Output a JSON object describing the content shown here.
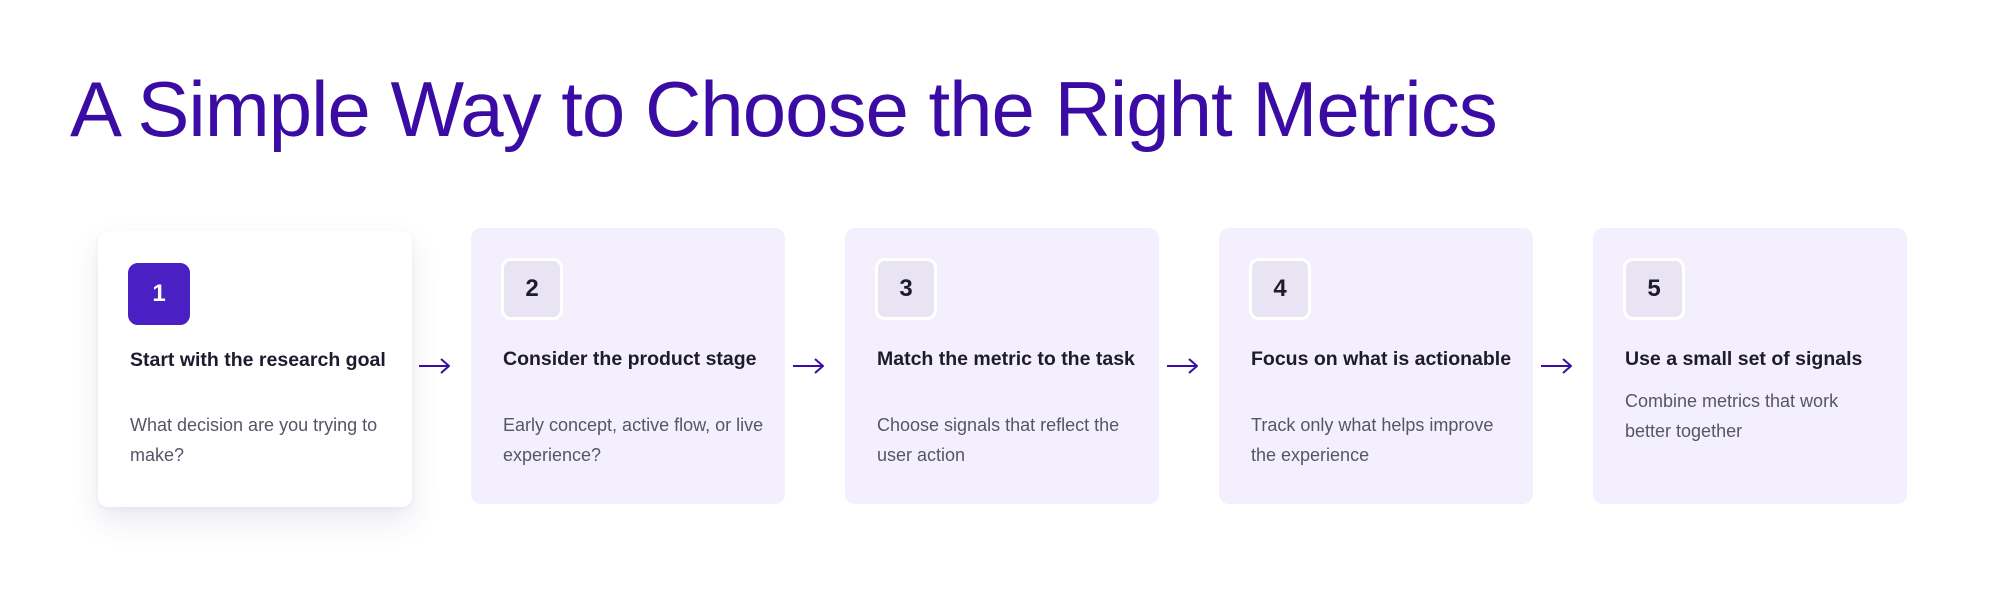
{
  "title": "A Simple Way to Choose the Right Metrics",
  "steps": [
    {
      "number": "1",
      "title": "Start with the research goal",
      "description": "What decision are you trying to make?",
      "active": true
    },
    {
      "number": "2",
      "title": "Consider the product stage",
      "description": "Early concept, active flow, or live experience?",
      "active": false
    },
    {
      "number": "3",
      "title": "Match the metric to the task",
      "description": "Choose signals that reflect the user action",
      "active": false
    },
    {
      "number": "4",
      "title": "Focus on what is actionable",
      "description": "Track only what helps improve the experience",
      "active": false
    },
    {
      "number": "5",
      "title": "Use a small set of signals",
      "description": "Combine metrics that work better together",
      "active": false
    }
  ],
  "colors": {
    "title": "#3a0ca3",
    "accent": "#4a20c4",
    "card_background": "#f4effc",
    "arrow": "#3a0ca3"
  },
  "icons": {
    "connector": "arrow-right-icon"
  }
}
